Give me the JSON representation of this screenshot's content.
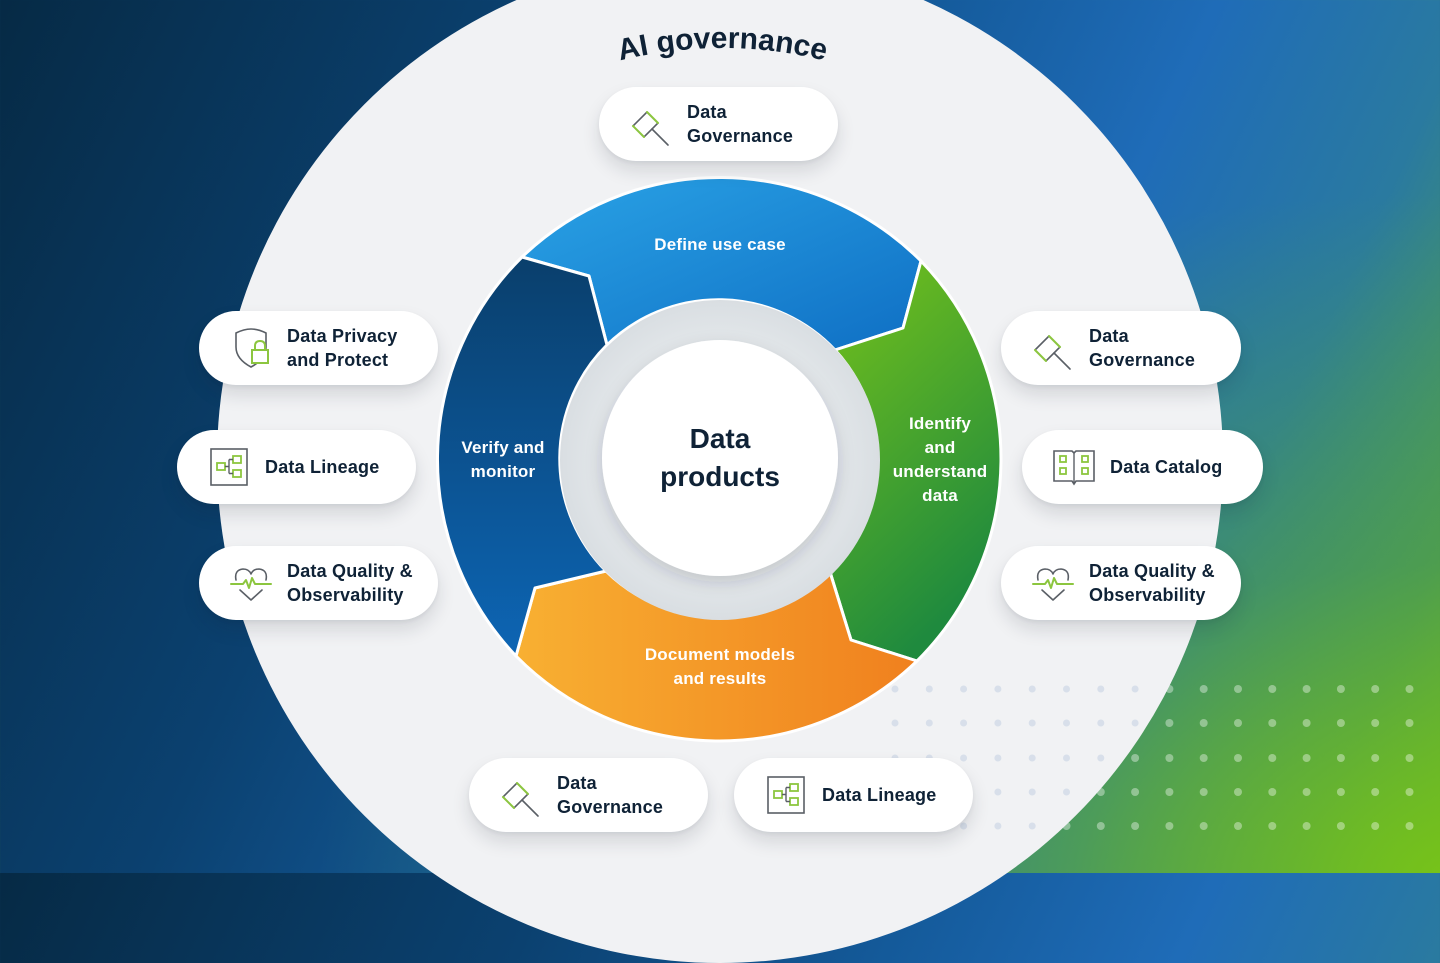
{
  "title": "AI governance",
  "center": {
    "label": "Data\nproducts"
  },
  "cycle_segments": [
    {
      "id": "define",
      "label": "Define use case",
      "color_start": "#2aa3e6",
      "color_end": "#0f6fc4"
    },
    {
      "id": "identify",
      "label": "Identify\nand\nunderstand\ndata",
      "color_start": "#76c21a",
      "color_end": "#1f8a3e"
    },
    {
      "id": "document",
      "label": "Document models\nand results",
      "color_start": "#f7ad32",
      "color_end": "#f0801e"
    },
    {
      "id": "verify",
      "label": "Verify and\nmonitor",
      "color_start": "#0a3f6c",
      "color_end": "#0d65b4"
    }
  ],
  "capabilities": {
    "top": {
      "label": "Data\nGovernance",
      "icon": "gavel-icon"
    },
    "left": [
      {
        "label": "Data Privacy\nand Protect",
        "icon": "shield-lock-icon"
      },
      {
        "label": "Data Lineage",
        "icon": "lineage-icon"
      },
      {
        "label": "Data Quality &\nObservability",
        "icon": "heartbeat-icon"
      }
    ],
    "right": [
      {
        "label": "Data\nGovernance",
        "icon": "gavel-icon"
      },
      {
        "label": "Data Catalog",
        "icon": "catalog-book-icon"
      },
      {
        "label": "Data Quality &\nObservability",
        "icon": "heartbeat-icon"
      }
    ],
    "bottom": [
      {
        "label": "Data\nGovernance",
        "icon": "gavel-icon"
      },
      {
        "label": "Data Lineage",
        "icon": "lineage-icon"
      }
    ]
  },
  "colors": {
    "text_dark": "#0f2236",
    "icon_green": "#8cc63f",
    "icon_grey": "#5a5f66",
    "circle_bg": "#f1f2f4",
    "inner_ring": "#dfe3e7"
  }
}
